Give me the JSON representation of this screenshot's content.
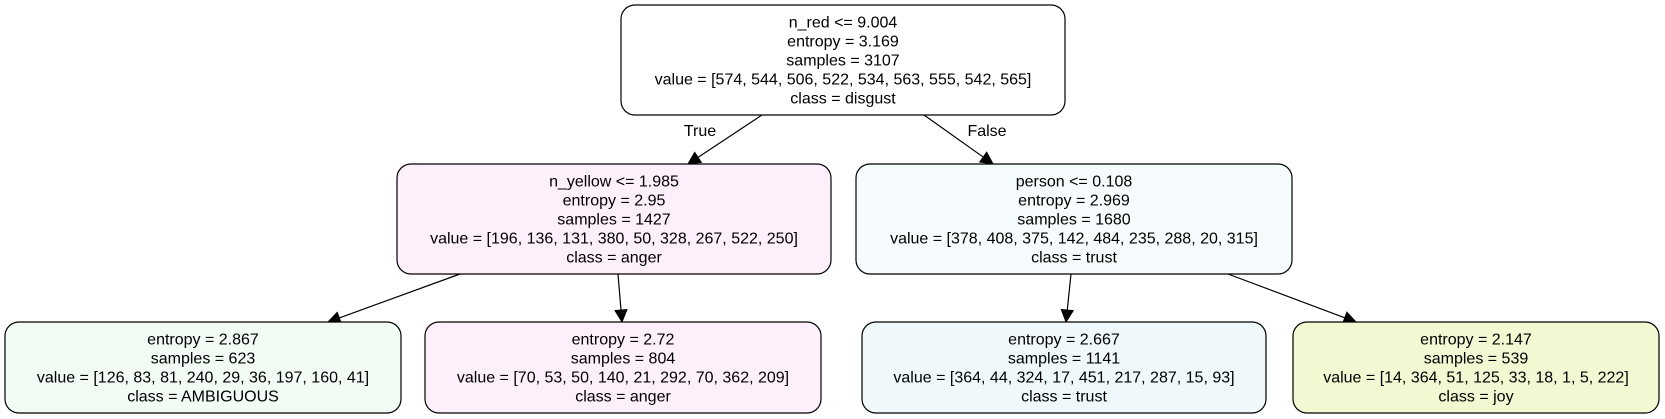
{
  "tree": {
    "nodes": [
      {
        "id": "root",
        "lines": [
          "n_red <= 9.004",
          "entropy = 3.169",
          "samples = 3107",
          "value = [574, 544, 506, 522, 534, 563, 555, 542, 565]",
          "class = disgust"
        ],
        "fill": "#ffffff"
      },
      {
        "id": "left",
        "lines": [
          "n_yellow <= 1.985",
          "entropy = 2.95",
          "samples = 1427",
          "value = [196, 136, 131, 380, 50, 328, 267, 522, 250]",
          "class = anger"
        ],
        "fill": "#fdf0fa"
      },
      {
        "id": "right",
        "lines": [
          "person <= 0.108",
          "entropy = 2.969",
          "samples = 1680",
          "value = [378, 408, 375, 142, 484, 235, 288, 20, 315]",
          "class = trust"
        ],
        "fill": "#f6fcfd"
      },
      {
        "id": "leaf1",
        "lines": [
          "entropy = 2.867",
          "samples = 623",
          "value = [126, 83, 81, 240, 29, 36, 197, 160, 41]",
          "class = AMBIGUOUS"
        ],
        "fill": "#f3fbf5"
      },
      {
        "id": "leaf2",
        "lines": [
          "entropy = 2.72",
          "samples = 804",
          "value = [70, 53, 50, 140, 21, 292, 70, 362, 209]",
          "class = anger"
        ],
        "fill": "#fdf0fa"
      },
      {
        "id": "leaf3",
        "lines": [
          "entropy = 2.667",
          "samples = 1141",
          "value = [364, 44, 324, 17, 451, 217, 287, 15, 93]",
          "class = trust"
        ],
        "fill": "#eff8fb"
      },
      {
        "id": "leaf4",
        "lines": [
          "entropy = 2.147",
          "samples = 539",
          "value = [14, 364, 51, 125, 33, 18, 1, 5, 222]",
          "class = joy"
        ],
        "fill": "#f2f8d2"
      }
    ],
    "edges": [
      {
        "from": "root",
        "to": "left",
        "label": "True"
      },
      {
        "from": "root",
        "to": "right",
        "label": "False"
      },
      {
        "from": "left",
        "to": "leaf1",
        "label": ""
      },
      {
        "from": "left",
        "to": "leaf2",
        "label": ""
      },
      {
        "from": "right",
        "to": "leaf3",
        "label": ""
      },
      {
        "from": "right",
        "to": "leaf4",
        "label": ""
      }
    ]
  }
}
